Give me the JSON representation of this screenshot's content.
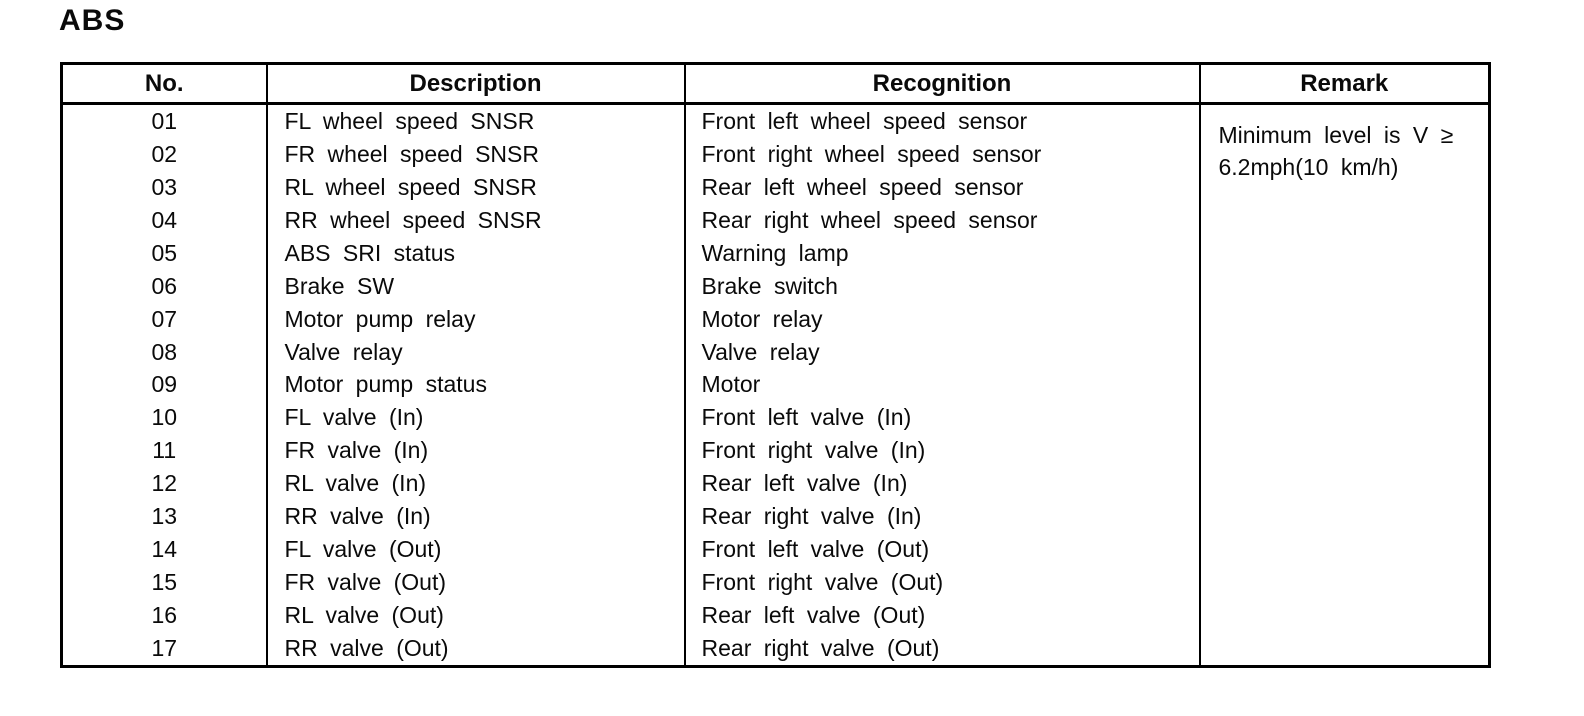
{
  "page_title": "ABS",
  "table": {
    "headers": [
      "No.",
      "Description",
      "Recognition",
      "Remark"
    ],
    "rows": [
      {
        "no": "01",
        "description": "FL wheel speed SNSR",
        "recognition": "Front left wheel speed sensor"
      },
      {
        "no": "02",
        "description": "FR wheel speed SNSR",
        "recognition": "Front right wheel speed sensor"
      },
      {
        "no": "03",
        "description": "RL wheel speed SNSR",
        "recognition": "Rear left wheel speed sensor"
      },
      {
        "no": "04",
        "description": "RR wheel speed SNSR",
        "recognition": "Rear right wheel speed sensor"
      },
      {
        "no": "05",
        "description": "ABS SRI status",
        "recognition": "Warning lamp"
      },
      {
        "no": "06",
        "description": "Brake SW",
        "recognition": "Brake switch"
      },
      {
        "no": "07",
        "description": "Motor pump relay",
        "recognition": "Motor relay"
      },
      {
        "no": "08",
        "description": "Valve relay",
        "recognition": "Valve relay"
      },
      {
        "no": "09",
        "description": "Motor pump status",
        "recognition": "Motor"
      },
      {
        "no": "10",
        "description": "FL valve (In)",
        "recognition": "Front left valve (In)"
      },
      {
        "no": "11",
        "description": "FR valve (In)",
        "recognition": "Front right valve (In)"
      },
      {
        "no": "12",
        "description": "RL valve (In)",
        "recognition": "Rear left valve (In)"
      },
      {
        "no": "13",
        "description": "RR valve (In)",
        "recognition": "Rear right valve (In)"
      },
      {
        "no": "14",
        "description": "FL valve (Out)",
        "recognition": "Front left valve (Out)"
      },
      {
        "no": "15",
        "description": "FR valve (Out)",
        "recognition": "Front right valve (Out)"
      },
      {
        "no": "16",
        "description": "RL valve (Out)",
        "recognition": "Rear left valve (Out)"
      },
      {
        "no": "17",
        "description": "RR valve (Out)",
        "recognition": "Rear right valve (Out)"
      }
    ],
    "remark_lines": [
      "Minimum level is V ≥",
      "6.2mph(10 km/h)"
    ]
  }
}
